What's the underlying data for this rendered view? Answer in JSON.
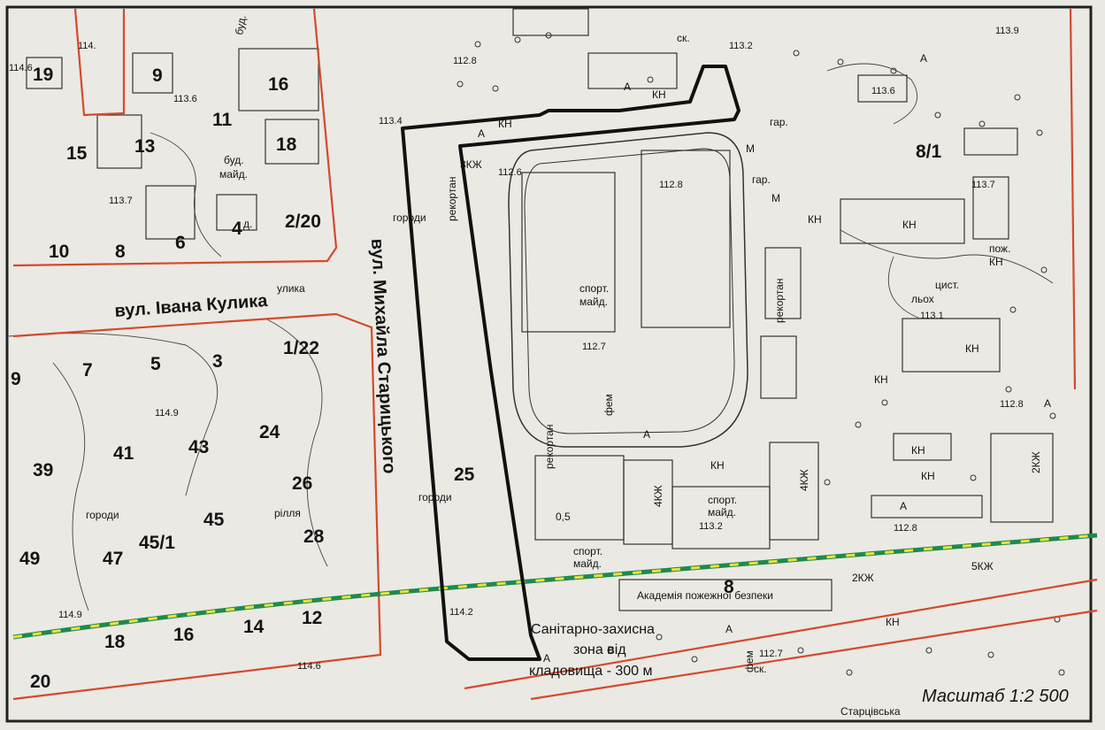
{
  "map": {
    "streets": {
      "kulyka": "вул. Івана Кулика",
      "kulyka_short": "улика",
      "starytskoho": "вул. Михайла Старицького",
      "bottom": "Старцівська"
    },
    "scale": "Масштаб 1:2 500",
    "zone_caption": [
      "Санітарно-захисна",
      "зона від",
      "кладовища - 300 м"
    ],
    "academy": "Академія пожежної безпеки",
    "parcels": [
      "19",
      "9",
      "16",
      "18",
      "11",
      "13",
      "15",
      "10",
      "8",
      "6",
      "4",
      "2/20",
      "1/22",
      "3",
      "5",
      "7",
      "9",
      "41",
      "43",
      "24",
      "26",
      "28",
      "39",
      "45",
      "45/1",
      "47",
      "49",
      "14",
      "12",
      "16",
      "18",
      "20",
      "25",
      "8/1",
      "8"
    ],
    "elevations": [
      "114.6",
      "114.",
      "113.6",
      "113.4",
      "112.8",
      "113.2",
      "113.9",
      "113.6",
      "113.7",
      "112.6",
      "112.8",
      "113.7",
      "114.9",
      "112.7",
      "113.1",
      "112.8",
      "113.2",
      "112.8",
      "114.9",
      "114.2",
      "114.6",
      "112.7"
    ],
    "labels": {
      "gorody": "городи",
      "rillia": "рілля",
      "sport": [
        "спорт.",
        "майд."
      ],
      "rekortan": "рекортан",
      "bud_maid": [
        "буд.",
        "майд."
      ],
      "kn": "КН",
      "a": "А",
      "m": "М",
      "gar": "гар.",
      "pozh": "пож.",
      "tsyst": "цист.",
      "lyokh": "льох",
      "fem": "фем",
      "bud": "буд.",
      "zkzh": "3КЖ",
      "kzh4": "4КЖ",
      "kzh2": "2КЖ",
      "kzh5": "5КЖ",
      "kzh2b": "2КЖ",
      "ohh": "0,5",
      "sk": "ск.",
      "d": "д."
    },
    "colors": {
      "boundary": "#111111",
      "red_lines": "#d24a2e",
      "green_line": "#1f8a4f",
      "yellow_dash": "#e8e23a"
    }
  }
}
